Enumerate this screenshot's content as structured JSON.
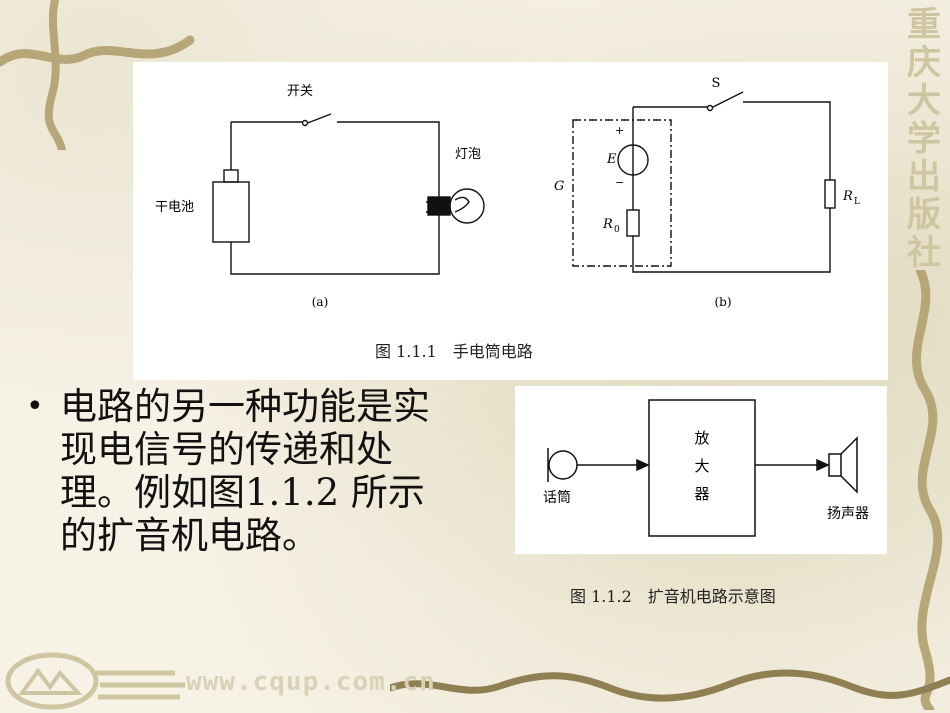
{
  "publisher": {
    "chars": [
      "重",
      "庆",
      "大",
      "学",
      "出",
      "版",
      "社"
    ]
  },
  "figure1": {
    "a": {
      "switch_label": "开关",
      "bulb_label": "灯泡",
      "battery_label": "干电池",
      "sublabel": "(a)"
    },
    "b": {
      "switch_label": "S",
      "emf_label": "E",
      "source_label": "G",
      "r0_label": "R",
      "r0_sub": "0",
      "rl_label": "R",
      "rl_sub": "L",
      "plus": "+",
      "minus": "−",
      "sublabel": "(b)"
    },
    "caption": "图 1.1.1　手电筒电路"
  },
  "bullet": {
    "text": "电路的另一种功能是实现电信号的传递和处理。例如图1.1.2 所示的扩音机电路。"
  },
  "figure2": {
    "mic_label": "话筒",
    "amp_label_1": "放",
    "amp_label_2": "大",
    "amp_label_3": "器",
    "speaker_label": "扬声器",
    "caption": "图 1.1.2　扩音机电路示意图"
  },
  "footer": {
    "url": "www.cqup.com.cn"
  },
  "colors": {
    "background": "#f6f2e6",
    "vine": "#b7a778",
    "text": "#111111"
  }
}
